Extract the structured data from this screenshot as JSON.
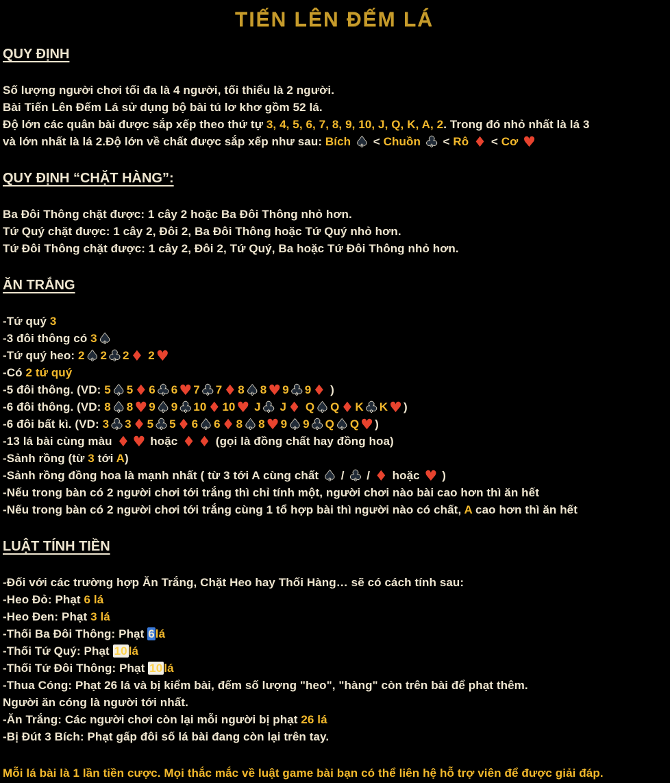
{
  "title": "TIẾN LÊN ĐẾM LÁ",
  "colors": {
    "background": "#000000",
    "body_text": "#efe6d0",
    "accent_yellow": "#f3b92c",
    "title_gold": "#c69b2b",
    "suit_red": "#e8432e",
    "suit_dark": "#202a36",
    "highlight_blue": "#3a79d8",
    "highlight_white": "#f2efe6"
  },
  "icons": {
    "spade": "♠",
    "club": "♣",
    "diamond": "♦",
    "heart": "♥"
  },
  "sections": [
    {
      "id": "quy-dinh",
      "heading": "QUY ĐỊNH",
      "lines": [
        [
          {
            "t": "Số lượng người chơi tối đa là 4 người, tối thiểu là 2 người."
          }
        ],
        [
          {
            "t": "Bài Tiến Lên Đếm Lá sử dụng bộ bài tú lơ khơ gồm 52 lá."
          }
        ],
        [
          {
            "t": "Độ lớn các quân bài được sắp xếp theo thứ tự "
          },
          {
            "t": "3, 4, 5, 6, 7, 8, 9, 10, J, Q, K, A, 2",
            "c": "y"
          },
          {
            "t": ". Trong đó nhỏ nhất là lá 3"
          }
        ],
        [
          {
            "t": "và lớn nhất là lá 2.Độ lớn về chất được sắp xếp như sau: "
          },
          {
            "t": "Bích ",
            "c": "y"
          },
          {
            "s": "spade"
          },
          {
            "t": " < "
          },
          {
            "t": "Chuồn ",
            "c": "y"
          },
          {
            "s": "club"
          },
          {
            "t": " < "
          },
          {
            "t": "Rô ",
            "c": "y"
          },
          {
            "s": "diamond"
          },
          {
            "t": " < "
          },
          {
            "t": "Cơ ",
            "c": "y"
          },
          {
            "s": "heart"
          }
        ]
      ]
    },
    {
      "id": "quy-dinh-chat-hang",
      "heading": "QUY ĐỊNH “CHẶT HÀNG”:",
      "lines": [
        [
          {
            "t": "Ba Đôi Thông chặt được: 1 cây 2 hoặc Ba Đôi Thông nhỏ hơn."
          }
        ],
        [
          {
            "t": "Tứ Quý chặt được: 1 cây 2, Đôi 2, Ba Đôi Thông hoặc Tứ Quý nhỏ hơn."
          }
        ],
        [
          {
            "t": "Tứ Đôi Thông chặt được: 1 cây 2, Đôi 2, Tứ Quý, Ba hoặc Tứ Đôi Thông nhỏ hơn."
          }
        ]
      ]
    },
    {
      "id": "an-trang",
      "heading": "ĂN TRẮNG",
      "lines": [
        [
          {
            "t": "-Tứ quý "
          },
          {
            "t": "3",
            "c": "y"
          }
        ],
        [
          {
            "t": "-3 đôi thông có "
          },
          {
            "t": "3",
            "c": "y"
          },
          {
            "s": "spade"
          }
        ],
        [
          {
            "t": "-Tứ quý heo: "
          },
          {
            "t": "2",
            "c": "y"
          },
          {
            "s": "spade"
          },
          {
            "t": "2",
            "c": "y"
          },
          {
            "s": "club"
          },
          {
            "t": "2",
            "c": "y"
          },
          {
            "s": "diamond"
          },
          {
            "t": " 2",
            "c": "y"
          },
          {
            "s": "heart"
          }
        ],
        [
          {
            "t": "-Có "
          },
          {
            "t": "2 tứ quý",
            "c": "y"
          }
        ],
        [
          {
            "t": "-5 đôi thông. (VD: "
          },
          {
            "t": "5",
            "c": "y"
          },
          {
            "s": "spade"
          },
          {
            "t": "5",
            "c": "y"
          },
          {
            "s": "diamond"
          },
          {
            "t": "6",
            "c": "y"
          },
          {
            "s": "club"
          },
          {
            "t": "6",
            "c": "y"
          },
          {
            "s": "heart"
          },
          {
            "t": "7",
            "c": "y"
          },
          {
            "s": "club"
          },
          {
            "t": "7",
            "c": "y"
          },
          {
            "s": "diamond"
          },
          {
            "t": "8",
            "c": "y"
          },
          {
            "s": "spade"
          },
          {
            "t": "8",
            "c": "y"
          },
          {
            "s": "heart"
          },
          {
            "t": "9",
            "c": "y"
          },
          {
            "s": "club"
          },
          {
            "t": "9",
            "c": "y"
          },
          {
            "s": "diamond"
          },
          {
            "t": " )"
          }
        ],
        [
          {
            "t": "-6 đôi thông. (VD: "
          },
          {
            "t": "8",
            "c": "y"
          },
          {
            "s": "spade"
          },
          {
            "t": "8",
            "c": "y"
          },
          {
            "s": "heart"
          },
          {
            "t": "9",
            "c": "y"
          },
          {
            "s": "spade"
          },
          {
            "t": "9",
            "c": "y"
          },
          {
            "s": "club"
          },
          {
            "t": "10",
            "c": "y"
          },
          {
            "s": "diamond"
          },
          {
            "t": "10",
            "c": "y"
          },
          {
            "s": "heart"
          },
          {
            "t": " J",
            "c": "y"
          },
          {
            "s": "club"
          },
          {
            "t": " J",
            "c": "y"
          },
          {
            "s": "diamond"
          },
          {
            "t": " Q",
            "c": "y"
          },
          {
            "s": "spade"
          },
          {
            "t": "Q",
            "c": "y"
          },
          {
            "s": "diamond"
          },
          {
            "t": "K",
            "c": "y"
          },
          {
            "s": "club"
          },
          {
            "t": "K",
            "c": "y"
          },
          {
            "s": "heart"
          },
          {
            "t": ")"
          }
        ],
        [
          {
            "t": "-6 đôi bất kì. (VD:  "
          },
          {
            "t": "3",
            "c": "y"
          },
          {
            "s": "club"
          },
          {
            "t": "3",
            "c": "y"
          },
          {
            "s": "diamond"
          },
          {
            "t": "5",
            "c": "y"
          },
          {
            "s": "club"
          },
          {
            "t": "5",
            "c": "y"
          },
          {
            "s": "diamond"
          },
          {
            "t": "6",
            "c": "y"
          },
          {
            "s": "spade"
          },
          {
            "t": "6",
            "c": "y"
          },
          {
            "s": "diamond"
          },
          {
            "t": "8",
            "c": "y"
          },
          {
            "s": "spade"
          },
          {
            "t": "8",
            "c": "y"
          },
          {
            "s": "heart"
          },
          {
            "t": "9",
            "c": "y"
          },
          {
            "s": "spade"
          },
          {
            "t": "9",
            "c": "y"
          },
          {
            "s": "club"
          },
          {
            "t": "Q",
            "c": "y"
          },
          {
            "s": "spade"
          },
          {
            "t": "Q",
            "c": "y"
          },
          {
            "s": "heart"
          },
          {
            "t": ")"
          }
        ],
        [
          {
            "t": "-13 lá bài cùng màu "
          },
          {
            "s": "diamond"
          },
          {
            "s": "heart"
          },
          {
            "t": " hoặc "
          },
          {
            "s": "diamond"
          },
          {
            "s": "diamond"
          },
          {
            "t": " (gọi là đồng chất hay đồng hoa)"
          }
        ],
        [
          {
            "t": "-Sảnh rồng (từ "
          },
          {
            "t": "3",
            "c": "y"
          },
          {
            "t": " tới "
          },
          {
            "t": "A",
            "c": "y"
          },
          {
            "t": ")"
          }
        ],
        [
          {
            "t": "-Sảnh rồng đồng hoa là mạnh nhất ( từ 3 tới A cùng chất "
          },
          {
            "s": "spade"
          },
          {
            "t": " / "
          },
          {
            "s": "club"
          },
          {
            "t": "  / "
          },
          {
            "s": "diamond"
          },
          {
            "t": "  hoặc  "
          },
          {
            "s": "heart"
          },
          {
            "t": "  )"
          }
        ],
        [
          {
            "t": "-Nếu trong bàn có 2 người chơi tới trắng thì chỉ tính một, người chơi nào bài cao hơn thì ăn hết"
          }
        ],
        [
          {
            "t": "-Nếu trong bàn có 2 người chơi tới trắng cùng 1 tổ hợp bài thì người nào có chất, "
          },
          {
            "t": "A",
            "c": "y"
          },
          {
            "t": " cao hơn thì ăn hết"
          }
        ]
      ]
    },
    {
      "id": "luat-tinh-tien",
      "heading": "LUẬT TÍNH TIỀN",
      "lines": [
        [
          {
            "t": "-Đối với các trường hợp Ăn Trắng, Chặt Heo hay Thối Hàng… sẽ có cách tính sau:"
          }
        ],
        [
          {
            "t": "-Heo Đỏ: Phạt "
          },
          {
            "t": "6 lá",
            "c": "y"
          }
        ],
        [
          {
            "t": "-Heo Đen: Phạt "
          },
          {
            "t": "3 lá",
            "c": "y"
          }
        ],
        [
          {
            "t": "-Thối Ba Đôi Thông: Phạt "
          },
          {
            "t": " 6",
            "c": "hb"
          },
          {
            "t": "lá",
            "c": "y"
          }
        ],
        [
          {
            "t": "-Thối Tứ Quý: Phạt "
          },
          {
            "t": "10",
            "c": "hw"
          },
          {
            "t": "lá",
            "c": "y"
          }
        ],
        [
          {
            "t": "-Thối Tứ Đôi Thông: Phạt "
          },
          {
            "t": " 10",
            "c": "hw"
          },
          {
            "t": "lá",
            "c": "y"
          }
        ],
        [
          {
            "t": "-Thua Cóng: Phạt 26 lá và bị kiểm bài, đếm số lượng \"heo\", \"hàng\" còn trên bài để phạt thêm."
          }
        ],
        [
          {
            "t": "Người ăn cóng là người tới nhất."
          }
        ],
        [
          {
            "t": "-Ăn Trắng: Các người chơi còn lại mỗi người bị phạt "
          },
          {
            "t": "26 lá",
            "c": "y"
          }
        ],
        [
          {
            "t": "-Bị Đút 3 Bích: Phạt gấp đôi số lá bài đang còn lại trên tay."
          }
        ]
      ]
    }
  ],
  "footer": {
    "segments": [
      {
        "t": "Mỗi lá bài là 1 lần tiền cược. Mọi thắc mắc về luật game bài bạn có thể liên hệ hỗ trợ viên để được giải đáp.",
        "c": "y"
      }
    ]
  }
}
